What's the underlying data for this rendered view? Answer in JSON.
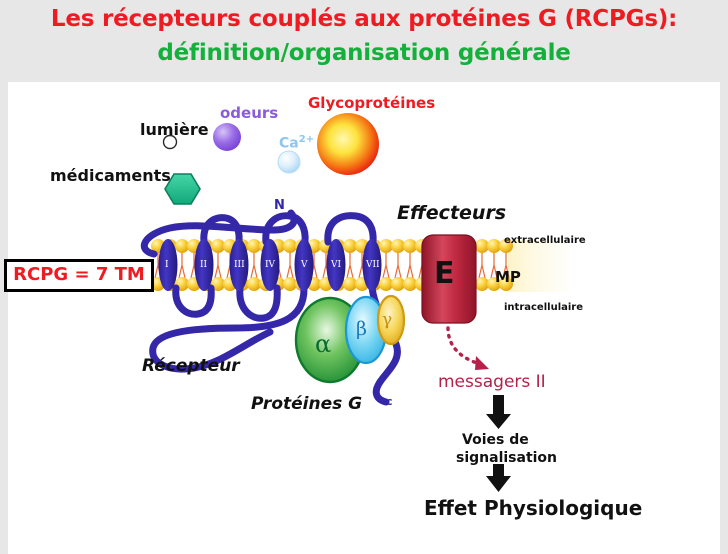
{
  "slide": {
    "title_line1": "Les récepteurs couplés aux protéines G (RCPGs):",
    "title_line2": "définition/organisation générale",
    "title_color_line1": "#ee1b22",
    "title_color_line2": "#14b03c",
    "header_background": "#e7e7e7",
    "canvas_background": "#ffffff"
  },
  "ligands": [
    {
      "name": "lumiere",
      "label": "lumière",
      "shape": "small-open-circle",
      "color": "#ffffff",
      "label_color": "#111111"
    },
    {
      "name": "odeurs",
      "label": "odeurs",
      "shape": "sphere",
      "color": "#8b5bdc",
      "label_color": "#8b5bdc"
    },
    {
      "name": "calcium",
      "label": "Ca2+",
      "shape": "sphere",
      "color": "#bcdff7",
      "label_color": "#8ec6ef"
    },
    {
      "name": "glycoproteines",
      "label": "Glycoprotéines",
      "shape": "sphere",
      "color": "#ee1b22",
      "label_color": "#ee1b22"
    },
    {
      "name": "medicaments",
      "label": "médicaments",
      "shape": "hexagon",
      "color": "#2fc694",
      "label_color": "#111111"
    }
  ],
  "receptor": {
    "box_label": "RCPG = 7 TM",
    "box_label_color": "#ee1b22",
    "name_label": "Récepteur",
    "n_terminus": "N",
    "c_terminus": "c",
    "helix_count": 7,
    "helix_labels": [
      "I",
      "II",
      "III",
      "IV",
      "V",
      "VI",
      "VII"
    ],
    "chain_color": "#3427a8"
  },
  "membrane": {
    "label": "MP",
    "extracellular_label": "extracellulaire",
    "intracellular_label": "intracellulaire",
    "head_color": "#f5c518",
    "tail_color": "#e8622a"
  },
  "g_protein": {
    "label": "Protéines G",
    "subunits": [
      {
        "name": "alpha",
        "symbol": "α",
        "color": "#3aa94a",
        "label_color": "#0a6b2e"
      },
      {
        "name": "beta",
        "symbol": "β",
        "color": "#5ec8ee",
        "label_color": "#1577be"
      },
      {
        "name": "gamma",
        "symbol": "γ",
        "color": "#f3cc4e",
        "label_color": "#c98f12"
      }
    ]
  },
  "effector": {
    "title": "Effecteurs",
    "symbol": "E",
    "color": "#b11f35"
  },
  "cascade": {
    "messagers": "messagers II",
    "messagers_color": "#b5214a",
    "voies_line1": "Voies de",
    "voies_line2": "signalisation",
    "effet": "Effet Physiologique",
    "arrow_color": "#111111"
  }
}
